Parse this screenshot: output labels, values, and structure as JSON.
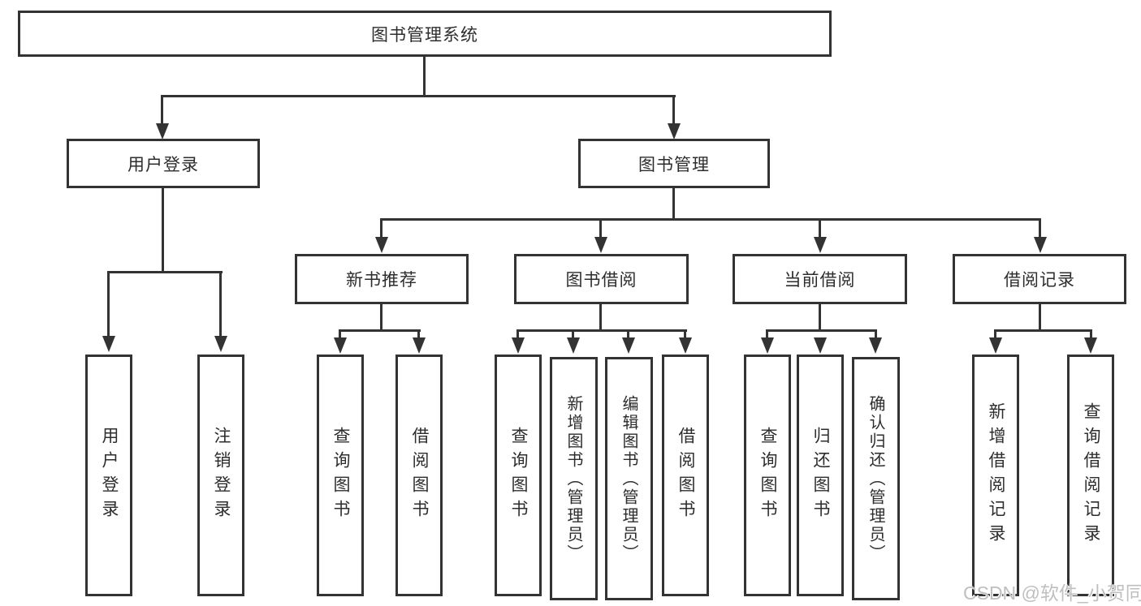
{
  "diagram": {
    "root_label": "图书管理系统",
    "branches": {
      "user_login": {
        "label": "用户登录",
        "children": [
          "用户登录",
          "注销登录"
        ]
      },
      "book_management": {
        "label": "图书管理",
        "groups": [
          {
            "label": "新书推荐",
            "children": [
              "查询图书",
              "借阅图书"
            ]
          },
          {
            "label": "图书借阅",
            "children": [
              "查询图书",
              "新增图书（管理员）",
              "编辑图书（管理员）",
              "借阅图书"
            ]
          },
          {
            "label": "当前借阅",
            "children": [
              "查询图书",
              "归还图书",
              "确认归还（管理员）"
            ]
          },
          {
            "label": "借阅记录",
            "children": [
              "新增借阅记录",
              "查询借阅记录"
            ]
          }
        ]
      }
    }
  },
  "watermark": {
    "text": "CSDN @软件_小贺同学",
    "color": "#bfbfbf"
  },
  "colors": {
    "line": "#333333",
    "box_fill": "#ffffff",
    "text": "#2d2d2d",
    "background": "#ffffff"
  }
}
